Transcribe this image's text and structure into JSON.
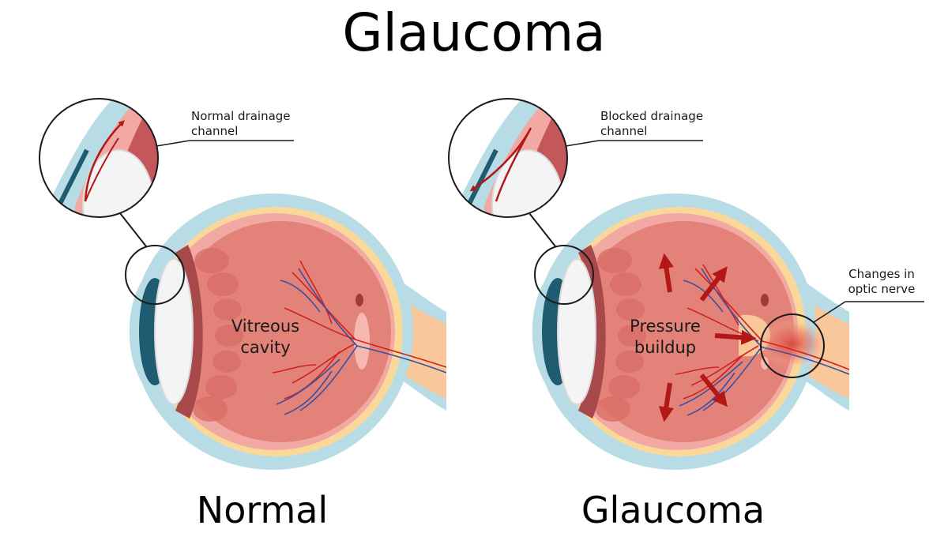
{
  "title": "Glaucoma",
  "normal": {
    "caption": "Normal",
    "zoom_label_1": "Normal drainage",
    "zoom_label_2": "channel",
    "inner_1": "Vitreous",
    "inner_2": "cavity"
  },
  "glaucoma": {
    "caption": "Glaucoma",
    "zoom_label_1": "Blocked drainage",
    "zoom_label_2": "channel",
    "inner_1": "Pressure",
    "inner_2": "buildup",
    "nerve_label_1": "Changes in",
    "nerve_label_2": "optic nerve"
  },
  "colors": {
    "sclera": "#b8dce6",
    "vitreous": "#e38278",
    "choroid": "#f3a9a3",
    "yellow_layer": "#fad89a",
    "nerve": "#f8c79a",
    "lens": "#f4f4f4",
    "iris": "#1f5c72",
    "artery": "#d0231f",
    "vein": "#3a4fa0",
    "arrow": "#b31716"
  }
}
